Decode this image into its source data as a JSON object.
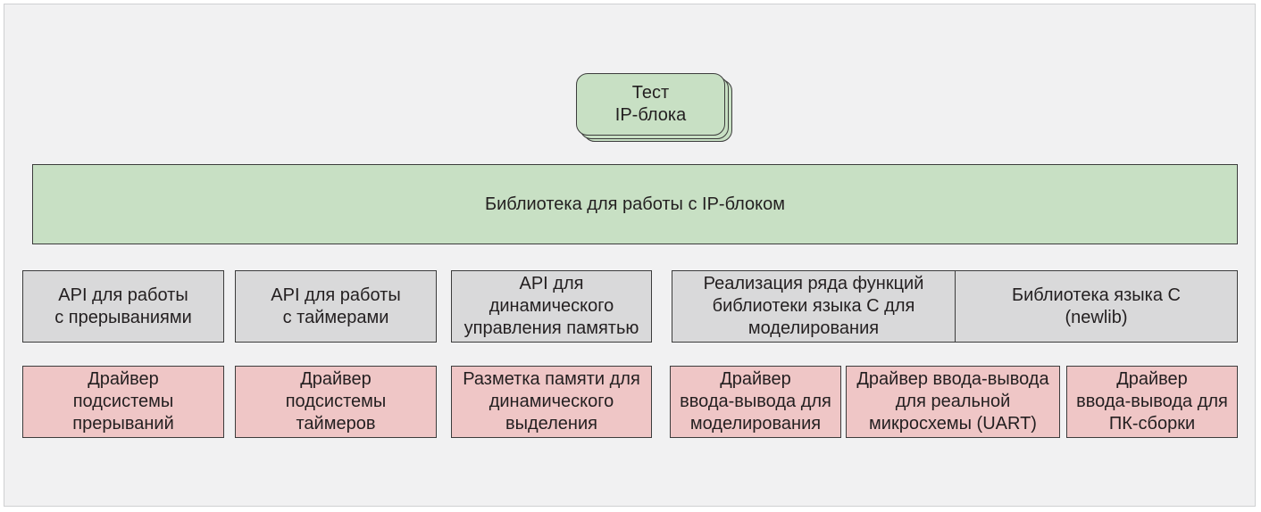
{
  "top": {
    "test_block": "Тест\nIP-блока"
  },
  "library": {
    "label": "Библиотека для работы с IP-блоком"
  },
  "api_row": {
    "interrupts_api": "API для работы\nс прерываниями",
    "timers_api": "API для работы\nс таймерами",
    "memory_api": "API для\nдинамического\nуправления памятью",
    "c_functions": "Реализация ряда функций\nбиблиотеки языка С для\nмоделирования",
    "newlib": "Библиотека языка С\n(newlib)"
  },
  "driver_row": {
    "interrupt_driver": "Драйвер\nподсистемы\nпрерываний",
    "timer_driver": "Драйвер\nподсистемы\nтаймеров",
    "memory_layout": "Разметка памяти для\nдинамического\nвыделения",
    "io_sim_driver": "Драйвер\nввода-вывода для\nмоделирования",
    "io_uart_driver": "Драйвер ввода-вывода\nдля реальной\nмикросхемы (UART)",
    "io_pc_driver": "Драйвер\nввода-вывода для\nПК-сборки"
  },
  "colors": {
    "green": "#c8e0c4",
    "gray": "#d9d9da",
    "pink": "#efc6c6",
    "background": "#f1f1f2"
  }
}
